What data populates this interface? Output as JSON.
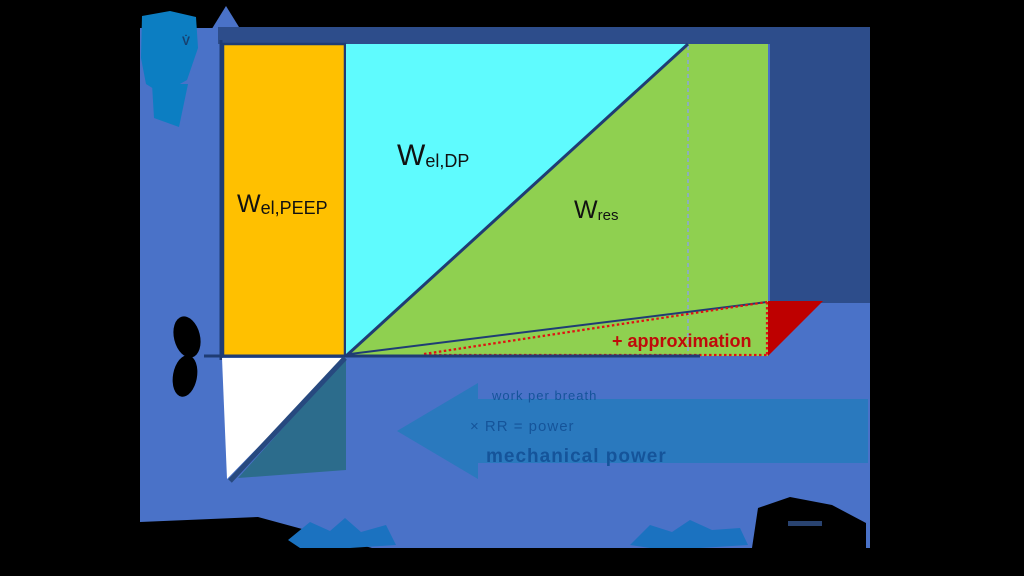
{
  "diagram": {
    "type": "work-of-breathing pressure–volume diagram",
    "regions": {
      "w_el_peep": {
        "label_main": "W",
        "label_sub": "el,PEEP",
        "color": "#FFC000"
      },
      "w_el_dp": {
        "label_main": "W",
        "label_sub": "el,DP",
        "color": "#5FFBFE"
      },
      "w_res": {
        "label_main": "W",
        "label_sub": "res",
        "color": "#8FD050"
      },
      "approximation": {
        "label": "+ approximation",
        "color": "#BE0000"
      }
    },
    "axis_glyph": "V̇",
    "arrow_caption": {
      "line1": "work per breath",
      "line2": "× RR = power",
      "line3": "mechanical power"
    },
    "colors": {
      "background": "#000000",
      "slide_blue": "#4A72C8",
      "accent_blue": "#2A79BE",
      "navy_line": "#1F3C74",
      "band_navy": "#2D4D8B",
      "orange": "#FFC000",
      "cyan": "#5FFBFE",
      "green": "#8FD050",
      "solid_red": "#BE0000",
      "dotted_red": "#E01212",
      "teal_shadow": "#2C6C8C",
      "dashed_guide": "#8CA6DC",
      "white": "#FFFFFF"
    }
  }
}
